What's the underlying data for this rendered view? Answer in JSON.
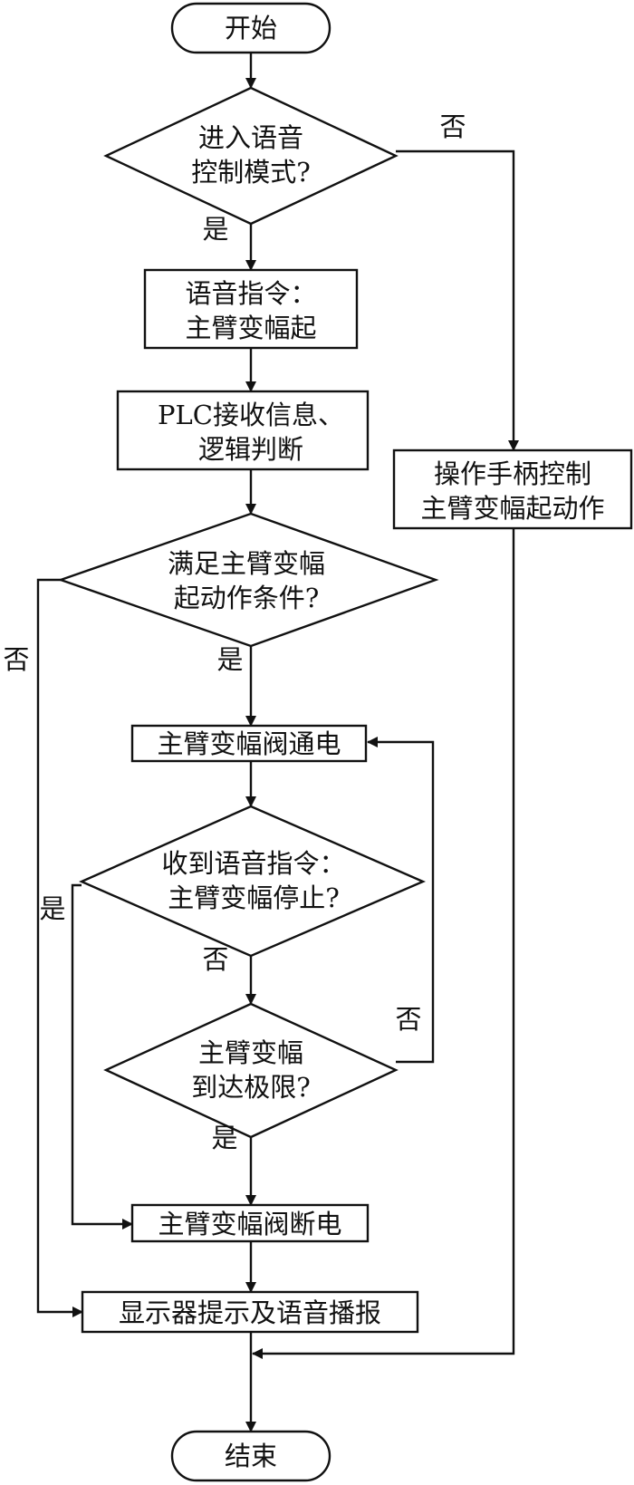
{
  "nodes": {
    "start": "开始",
    "voice_mode": [
      "进入语音",
      "控制模式?"
    ],
    "cmd_boom_up": [
      "语音指令：",
      "主臂变幅起"
    ],
    "plc": [
      "PLC接收信息、",
      "逻辑判断"
    ],
    "handle": [
      "操作手柄控制",
      "主臂变幅起动作"
    ],
    "condition": [
      "满足主臂变幅",
      "起动作条件?"
    ],
    "valve_on": "主臂变幅阀通电",
    "stop_cmd": [
      "收到语音指令：",
      "主臂变幅停止?"
    ],
    "limit": [
      "主臂变幅",
      "到达极限?"
    ],
    "valve_off": "主臂变幅阀断电",
    "display": "显示器提示及语音播报",
    "end": "结束"
  },
  "labels": {
    "yes": "是",
    "no": "否"
  }
}
